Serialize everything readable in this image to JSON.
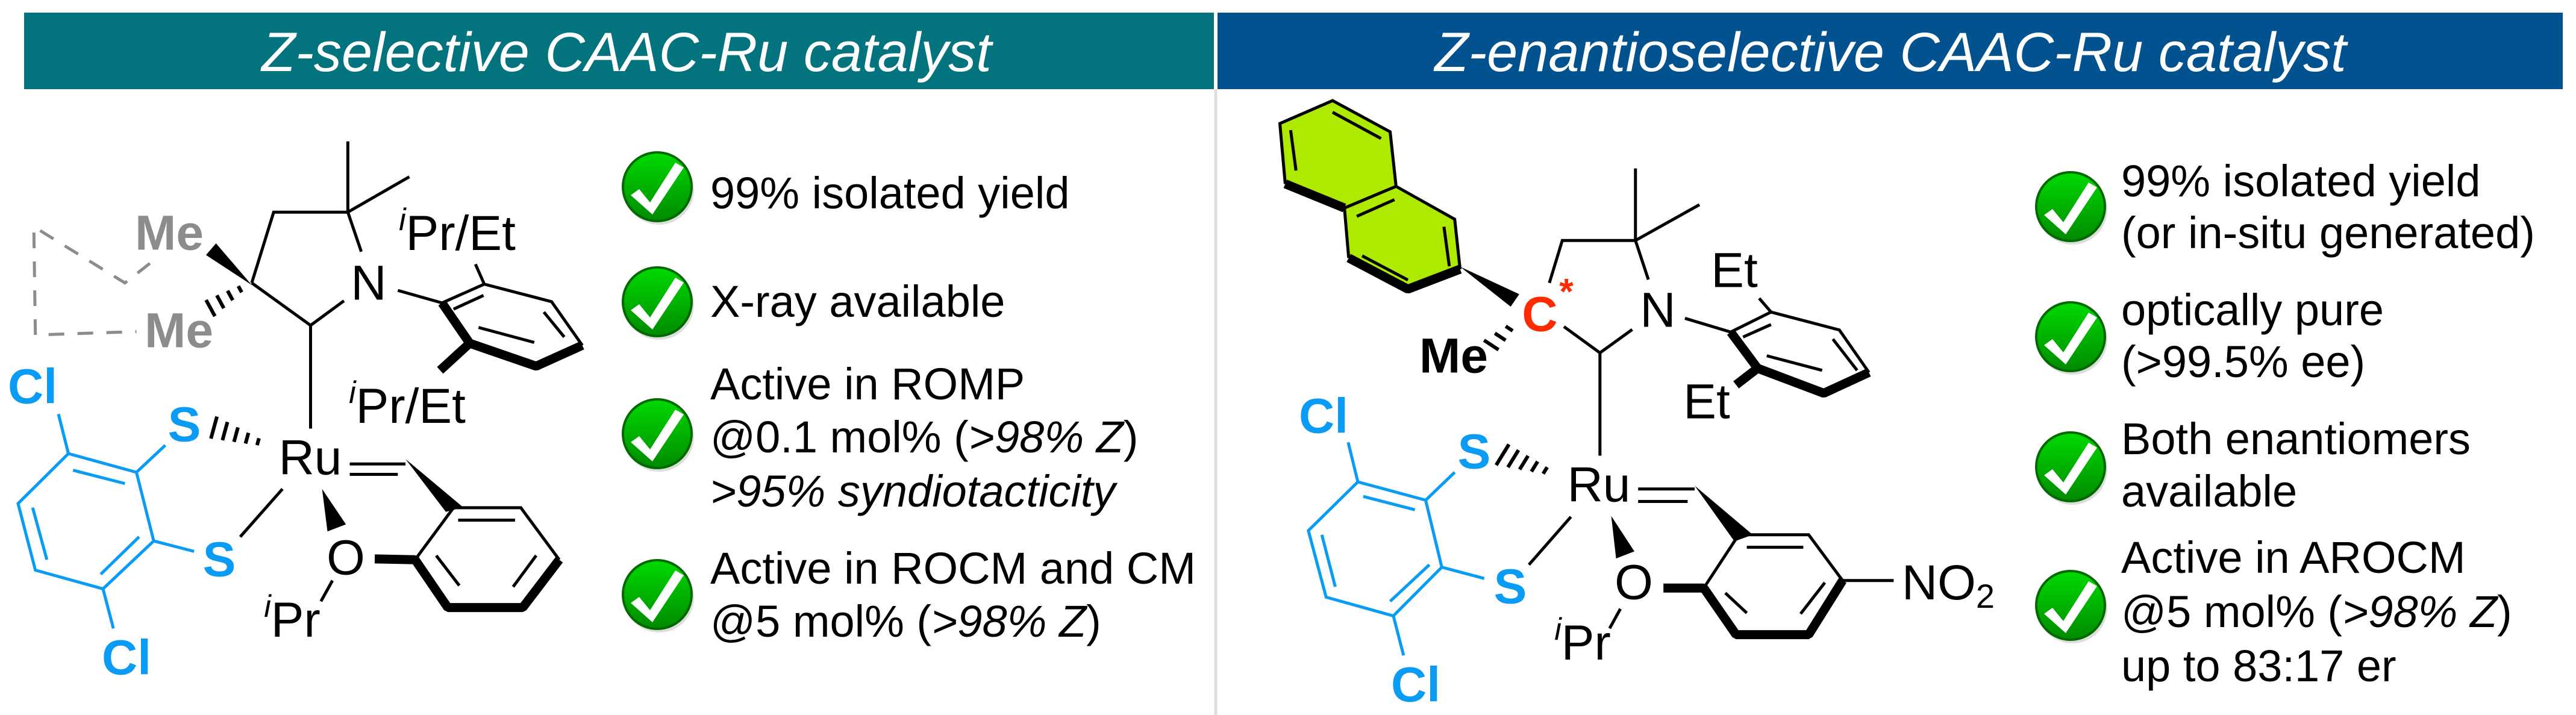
{
  "left": {
    "title": "Z-selective CAAC-Ru catalyst",
    "header_color": "#03737E",
    "features": [
      {
        "lines": [
          [
            {
              "t": "99% isolated yield"
            }
          ]
        ]
      },
      {
        "lines": [
          [
            {
              "t": "X-ray available"
            }
          ]
        ]
      },
      {
        "lines": [
          [
            {
              "t": "Active in ROMP"
            }
          ],
          [
            {
              "t": "@0.1 mol% ("
            },
            {
              "t": ">98% Z",
              "italic": true
            },
            {
              "t": ")"
            }
          ],
          [
            {
              "t": ">95% "
            },
            {
              "t": "syndiotacticity",
              "italic": true
            }
          ]
        ]
      },
      {
        "lines": [
          [
            {
              "t": "Active in ROCM and CM"
            }
          ],
          [
            {
              "t": "@5 mol% ("
            },
            {
              "t": ">98% Z",
              "italic": true
            },
            {
              "t": ")"
            }
          ]
        ]
      }
    ],
    "molecule": {
      "me": "Me",
      "n": "N",
      "i": "i",
      "pr_et": "Pr/Et",
      "ru": "Ru",
      "o": "O",
      "pr": "Pr",
      "s": "S",
      "cl": "Cl"
    }
  },
  "right": {
    "title": "Z-enantioselective CAAC-Ru catalyst",
    "header_color": "#02528F",
    "features": [
      {
        "lines": [
          [
            {
              "t": "99% isolated yield"
            }
          ],
          [
            {
              "t": "(or in-situ generated)"
            }
          ]
        ]
      },
      {
        "lines": [
          [
            {
              "t": "optically pure"
            }
          ],
          [
            {
              "t": "(>99.5% ee)"
            }
          ]
        ]
      },
      {
        "lines": [
          [
            {
              "t": "Both enantiomers"
            }
          ],
          [
            {
              "t": "available"
            }
          ]
        ]
      },
      {
        "lines": [
          [
            {
              "t": "Active in AROCM"
            }
          ],
          [
            {
              "t": "@5 mol% ("
            },
            {
              "t": ">98% Z",
              "italic": true
            },
            {
              "t": ")"
            }
          ],
          [
            {
              "t": "up to 83:17 er"
            }
          ]
        ]
      }
    ],
    "molecule": {
      "me": "Me",
      "c": "C",
      "star": "*",
      "n": "N",
      "et": "Et",
      "ru": "Ru",
      "o": "O",
      "i": "i",
      "pr": "Pr",
      "no": "NO",
      "no_sub": "2",
      "s": "S",
      "cl": "Cl"
    }
  },
  "colors": {
    "check_green": "#00B400",
    "thiolate_blue": "#0A9BF5",
    "ring_pink": "#FDE7FB",
    "naphthyl_green": "#AEEA00",
    "stereocenter_red": "#FF2A00"
  }
}
